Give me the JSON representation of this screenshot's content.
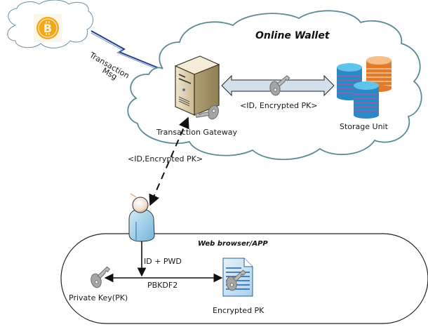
{
  "diagram": {
    "clouds": {
      "bitcoin_network": {
        "icon": "bitcoin-icon",
        "color": "#f2a81d"
      },
      "online_wallet": {
        "title": "Online Wallet"
      }
    },
    "transaction_link": {
      "label_line1": "Transaction",
      "label_line2": "Msg",
      "icon": "lightning-link-icon"
    },
    "nodes": {
      "gateway": {
        "label": "Transaction Gateway",
        "icon": "server-icon"
      },
      "storage": {
        "label": "Storage Unit",
        "icon": "database-icon"
      },
      "user": {
        "icon": "user-icon"
      },
      "private_key": {
        "label": "Private Key(PK)",
        "icon": "key-icon"
      },
      "encrypted_pk": {
        "label": "Encrypted PK",
        "icon": "encrypted-document-icon"
      }
    },
    "edges": {
      "gateway_storage": {
        "label": "<ID, Encrypted PK>"
      },
      "user_gateway": {
        "label": "<ID,Encrypted PK>"
      },
      "user_down": {
        "label": "ID + PWD"
      },
      "pbkdf": {
        "label": "PBKDF2"
      }
    },
    "client_region": {
      "title": "Web browser/APP"
    },
    "colors": {
      "cloud_stroke": "#5b8a96",
      "link_blue": "#1f3f8a",
      "arrow_fill": "#d3e0ec",
      "db_blue": "#3aaee0",
      "db_orange": "#f09a4b",
      "key_gray": "#9c9c9c"
    }
  }
}
